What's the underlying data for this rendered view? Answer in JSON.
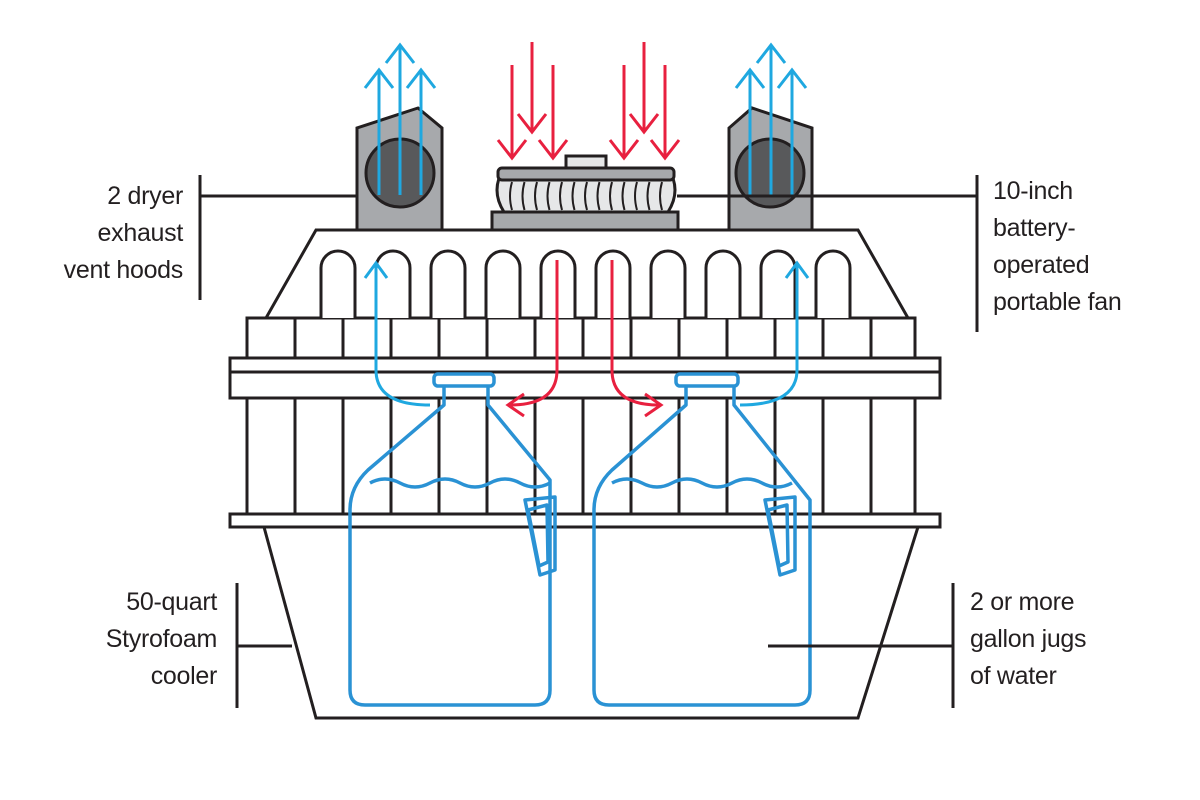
{
  "labels": {
    "vents": [
      "2 dryer",
      "exhaust",
      "vent hoods"
    ],
    "fan": [
      "10-inch",
      "battery-",
      "operated",
      "portable fan"
    ],
    "cooler": [
      "50-quart",
      "Styrofoam",
      "cooler"
    ],
    "jugs": [
      "2 or more",
      "gallon jugs",
      "of water"
    ]
  },
  "colors": {
    "outline": "#231f20",
    "hot_air": "#e8203f",
    "cool_air": "#1fa8e0",
    "water_jug": "#2a92d4",
    "vent_hood": "#a7a9ac",
    "vent_hole": "#58595b",
    "fan_base": "#a7a9ac",
    "fan_body": "#e6e7e8"
  }
}
